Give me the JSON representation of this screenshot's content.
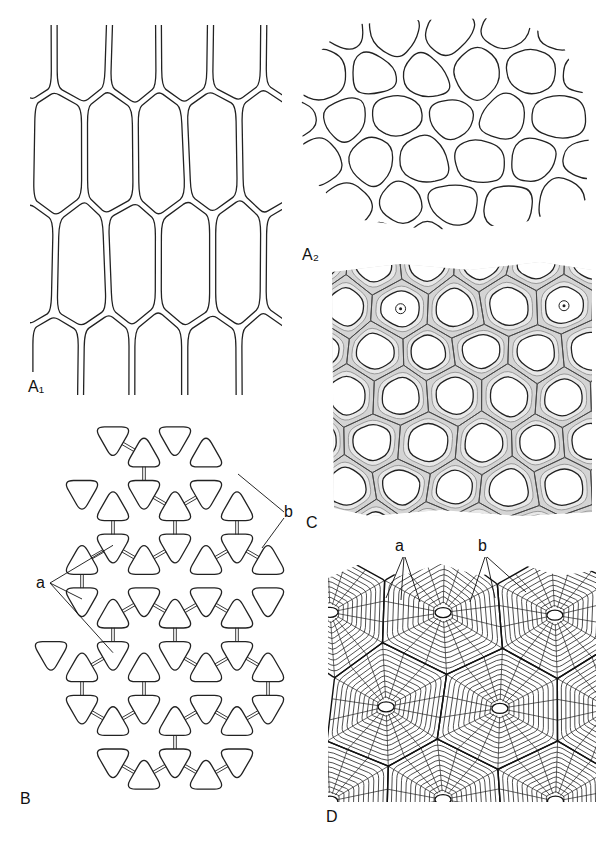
{
  "diagram": {
    "labels": [
      "A₁",
      "A₂",
      "C",
      "a",
      "b",
      "B",
      "a",
      "b",
      "D"
    ]
  }
}
